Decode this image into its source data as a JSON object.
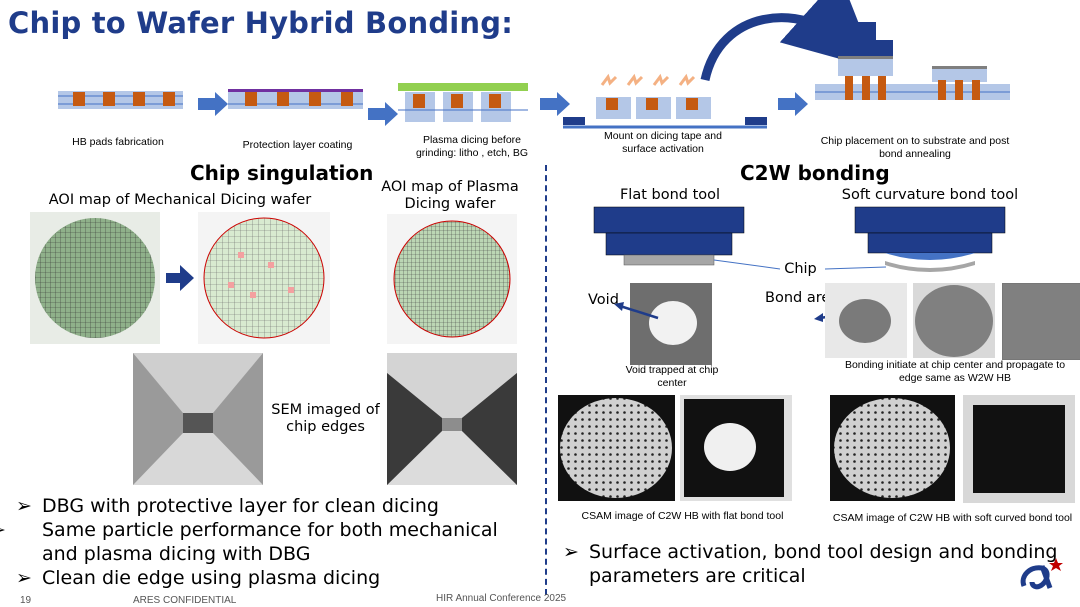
{
  "title": "Chip to Wafer Hybrid Bonding:",
  "process": {
    "step1": "HB pads fabrication",
    "step2": "Protection layer coating",
    "step3": "Plasma dicing before grinding: litho , etch, BG",
    "step4": "Mount on dicing tape and surface activation",
    "step5": "Chip placement on to substrate and post bond annealing"
  },
  "left": {
    "heading": "Chip singulation",
    "aoi_mech": "AOI map of Mechanical Dicing wafer",
    "aoi_plasma": "AOI map of Plasma Dicing wafer",
    "sem_label": "SEM imaged of chip edges",
    "bullets": [
      "DBG with protective layer for clean dicing",
      "Same particle performance for both mechanical and plasma dicing with DBG",
      "Clean die edge using plasma dicing"
    ]
  },
  "right": {
    "heading": "C2W bonding",
    "flat_tool": "Flat bond tool",
    "soft_tool": "Soft curvature bond tool",
    "chip_label": "Chip",
    "void_label": "Void",
    "bond_area_label": "Bond area",
    "void_caption": "Void trapped at chip center",
    "bond_caption": "Bonding initiate at chip center and propagate to edge same as W2W HB",
    "csam_flat": "CSAM image of C2W HB with flat bond tool",
    "csam_soft": "CSAM image of C2W HB with soft curved bond tool",
    "bullet": "Surface activation, bond tool design and bonding parameters are critical"
  },
  "footer": {
    "page": "19",
    "confidential": "ARES CONFIDENTIAL",
    "conference": "HIR Annual Conference 2025"
  },
  "colors": {
    "title": "#1f3c8a",
    "arrow": "#4472c4",
    "tool": "#1f3c8a",
    "pad": "#c55a11"
  }
}
